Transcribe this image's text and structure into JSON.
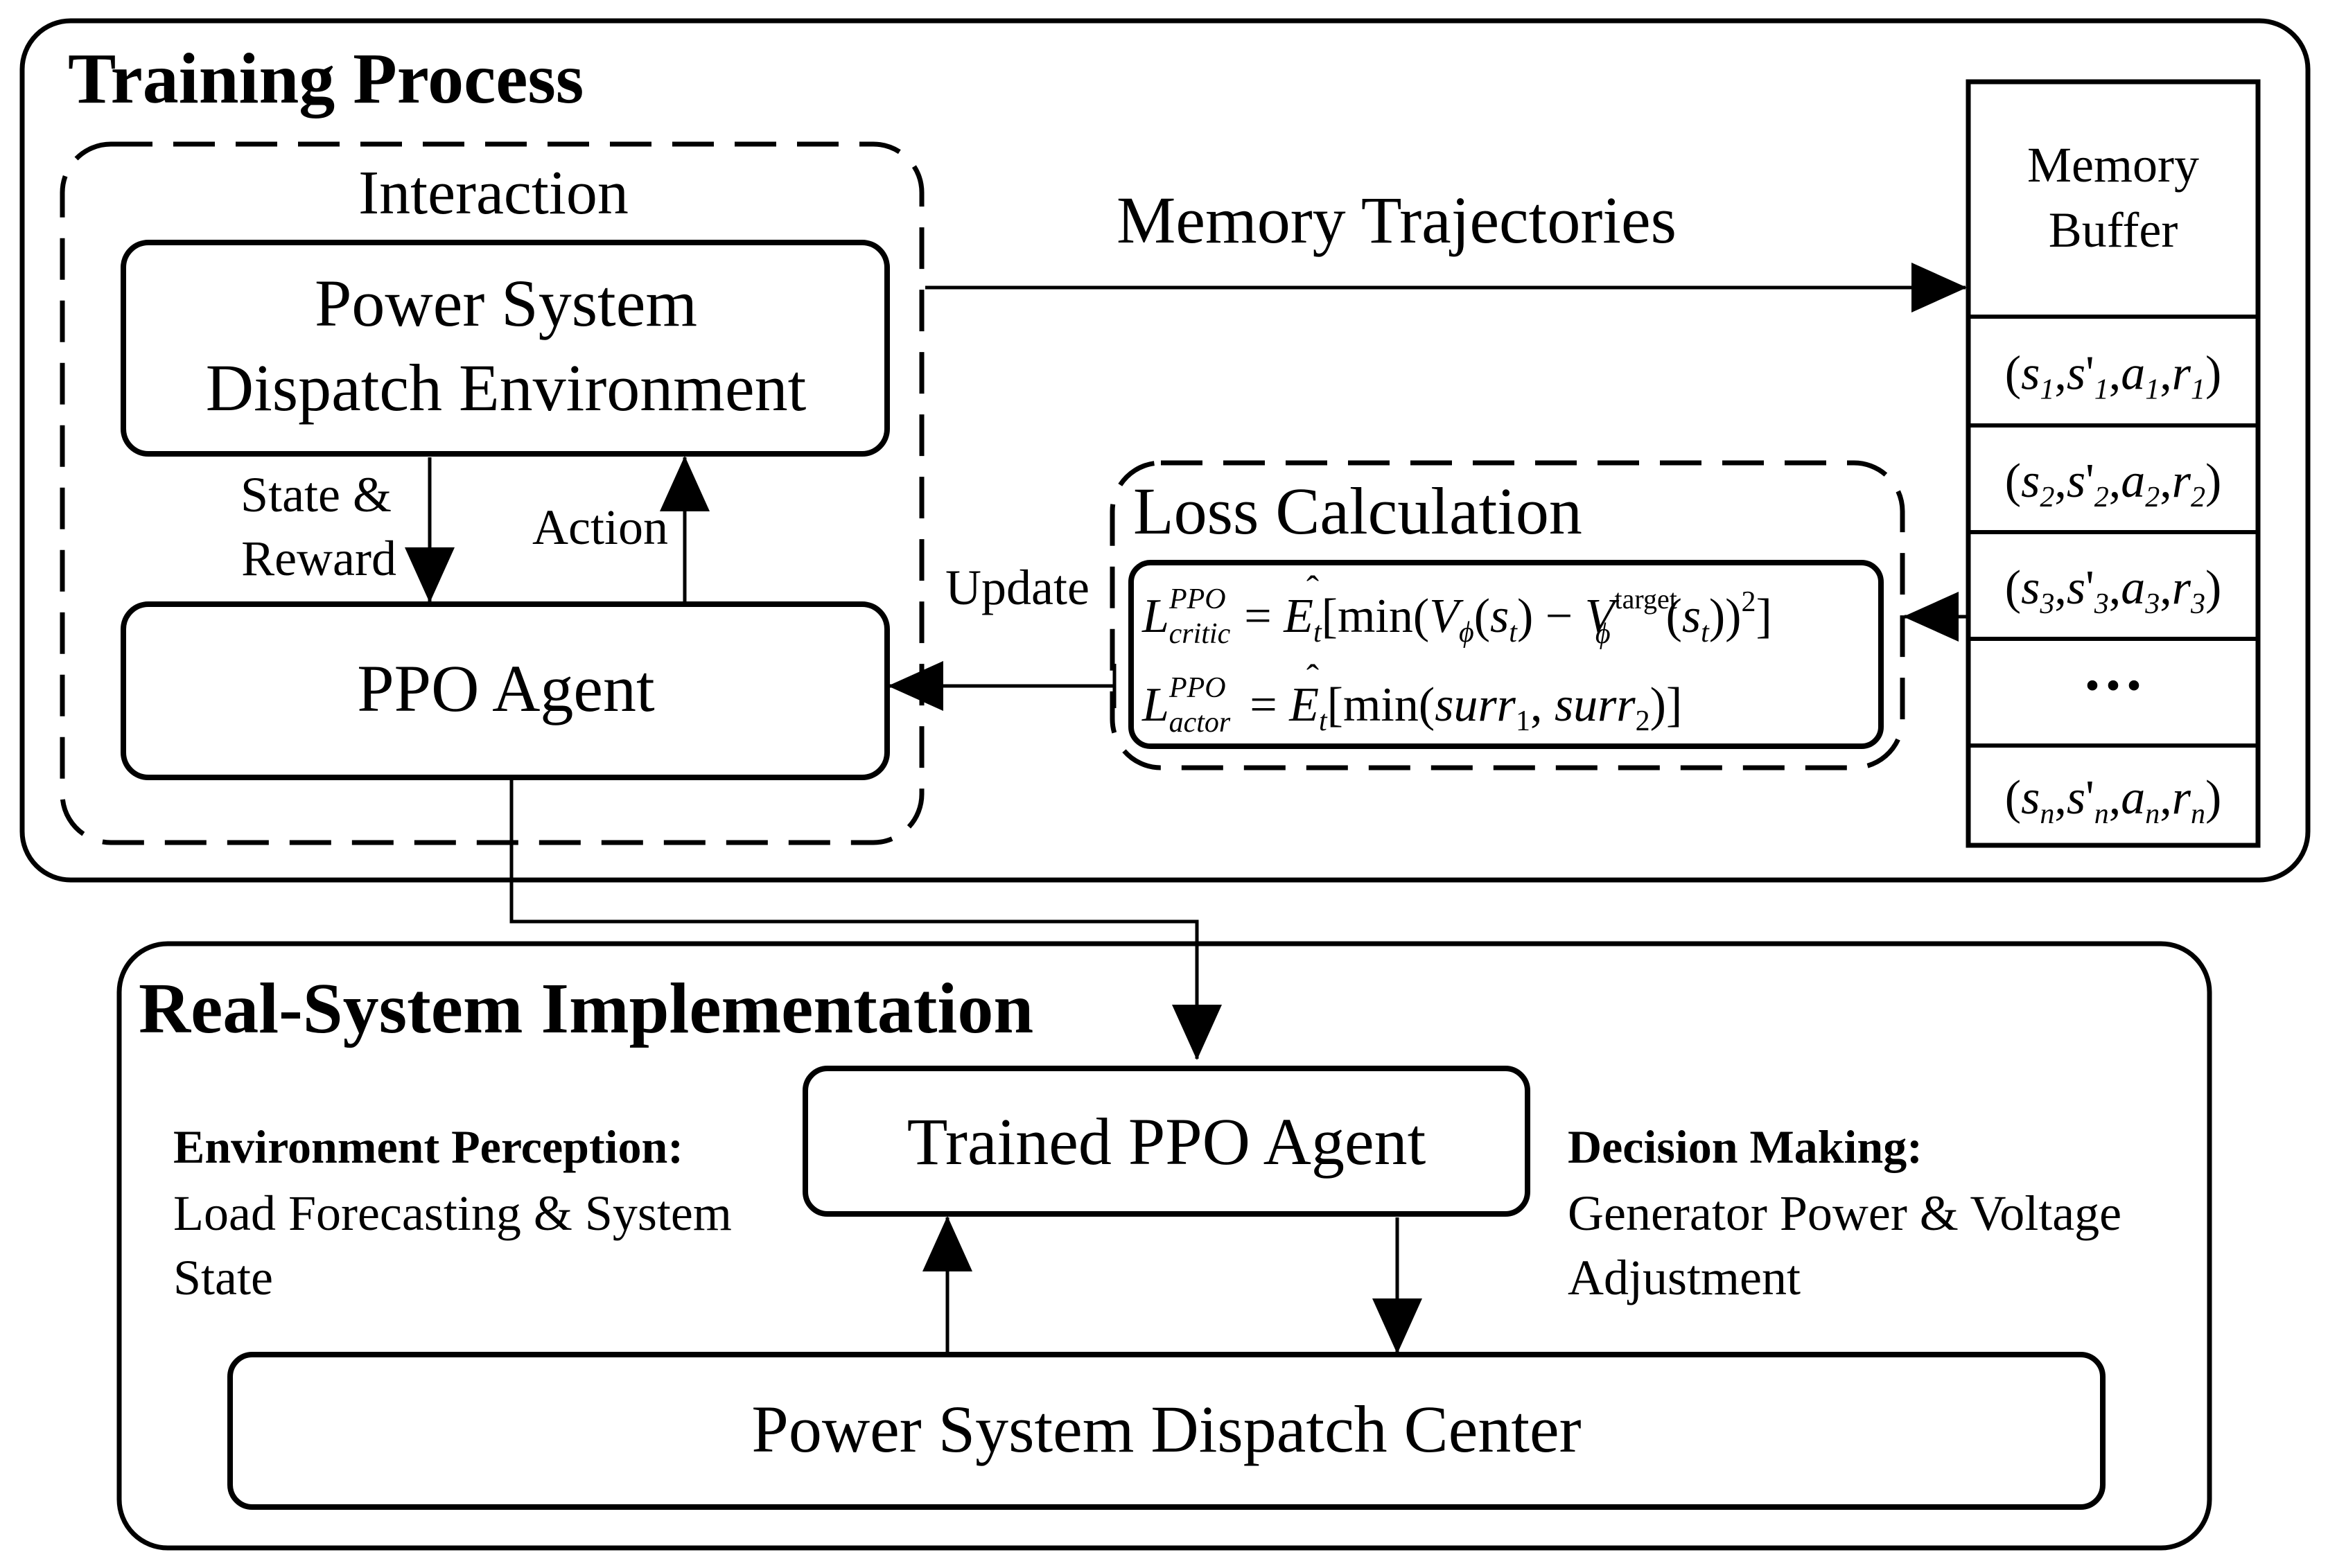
{
  "training": {
    "title": "Training Process",
    "interaction_label": "Interaction",
    "environment": {
      "line1": "Power System",
      "line2": "Dispatch Environment"
    },
    "agent": "PPO Agent",
    "state_reward": {
      "line1": "State &",
      "line2": "Reward"
    },
    "action": "Action",
    "memory_trajectories": "Memory Trajectories",
    "update": "Update",
    "loss": {
      "title": "Loss Calculation",
      "critic": {
        "L": "L",
        "sup": "PPO",
        "sub": "critic",
        "eq": "= ",
        "E": "E",
        "E_sub": "t",
        "open": "[min(",
        "V": "V",
        "V_sub": "ϕ",
        "s_open": "(",
        "s": "s",
        "s_sub": "t",
        "minus": ") − ",
        "V2": "V",
        "V2_sup": "target",
        "V2_sub": "ϕ",
        "s2_open": "(",
        "s2": "s",
        "s2_sub": "t",
        "close": "))",
        "square": "2",
        "end": "]"
      },
      "actor": {
        "L": "L",
        "sup": "PPO",
        "sub": "actor",
        "eq": "= ",
        "E": "E",
        "E_sub": "t",
        "open": "[min(",
        "surr1": "surr",
        "surr1_sub": "1",
        "comma": ", ",
        "surr2": "surr",
        "surr2_sub": "2",
        "close": ")]"
      }
    },
    "memory_buffer": {
      "header_line1": "Memory",
      "header_line2": "Buffer",
      "rows": [
        {
          "idx": "1"
        },
        {
          "idx": "2"
        },
        {
          "idx": "3"
        },
        {
          "ellipsis": "···"
        },
        {
          "idx": "n"
        }
      ],
      "tuple": {
        "open": "(",
        "s": "s",
        "sp": "s",
        "prime": "'",
        "a": "a",
        "r": "r",
        "comma": ",",
        "close": ")"
      }
    }
  },
  "real_system": {
    "title": "Real-System Implementation",
    "trained_agent": "Trained PPO Agent",
    "perception": {
      "title": "Environment Perception:",
      "line1": "Load Forecasting  &  System",
      "line2": "State"
    },
    "decision": {
      "title": "Decision Making:",
      "line1": "Generator Power & Voltage",
      "line2": "Adjustment"
    },
    "dispatch_center": "Power System Dispatch Center"
  },
  "colors": {
    "stroke": "#000000",
    "background": "#ffffff"
  }
}
